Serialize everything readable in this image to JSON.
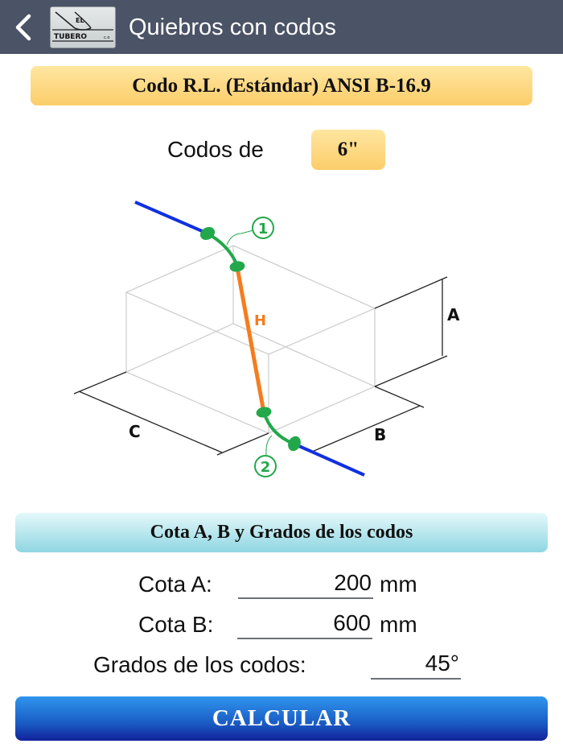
{
  "appbar": {
    "title": "Quiebros con codos",
    "back_icon": "chevron-left-icon",
    "logo": {
      "line1": "EL",
      "line2": "TUBERO",
      "suffix": "c.o"
    }
  },
  "header_box": {
    "title": "Codo R.L. (Estándar) ANSI B-16.9"
  },
  "elbow_size": {
    "label": "Codos de",
    "value": "6\""
  },
  "diagram": {
    "labels": {
      "A": "A",
      "B": "B",
      "C": "C",
      "H": "H",
      "elbow1": "1",
      "elbow2": "2"
    },
    "colors": {
      "pipe": "#1030e0",
      "run": "#f57c1f",
      "elbow": "#22a84a",
      "box": "#cfcfcf",
      "dim": "#222222"
    }
  },
  "section": {
    "title": "Cota A, B y Grados de los codos"
  },
  "inputs": {
    "cota_a": {
      "label": "Cota A:",
      "value": "200",
      "unit": "mm"
    },
    "cota_b": {
      "label": "Cota B:",
      "value": "600",
      "unit": "mm"
    },
    "grados": {
      "label": "Grados de los codos:",
      "value": "45°"
    }
  },
  "calculate_button": {
    "label": "CALCULAR"
  },
  "colors": {
    "appbar": "#4b5366",
    "header_box": "#fccd6a",
    "section_box": "#8fd6e2",
    "button": "#1a5cc4"
  }
}
